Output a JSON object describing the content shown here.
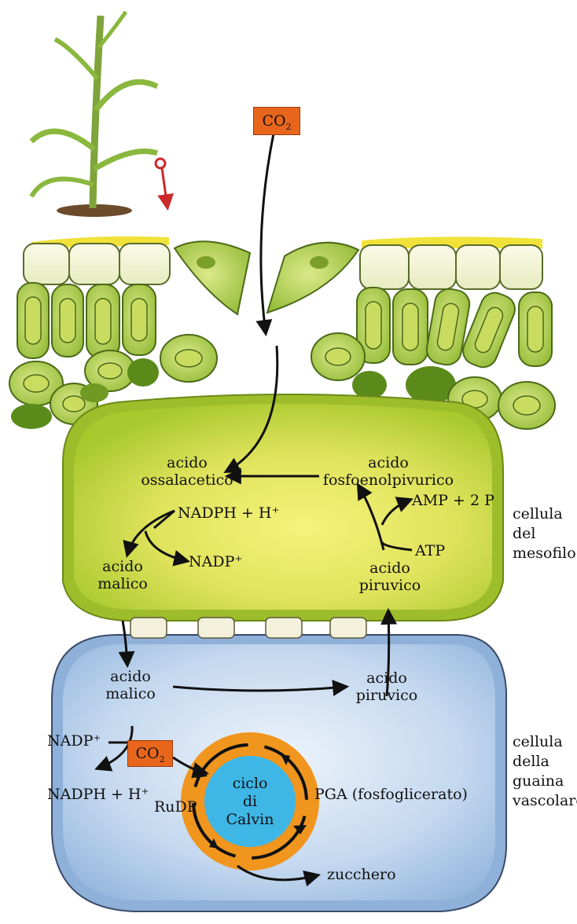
{
  "co2_top": "CO",
  "co2_top_sub": "2",
  "co2_inner": "CO",
  "co2_inner_sub": "2",
  "mesophyll": {
    "oxaloacetic": [
      "acido",
      "ossalacetico"
    ],
    "pep": [
      "acido",
      "fosfoenolpivurico"
    ],
    "nadph_in": "NADPH + H⁺",
    "nadp_out": "NADP⁺",
    "amp": "AMP + 2 P",
    "atp": "ATP",
    "malic": [
      "acido",
      "malico"
    ],
    "pyruvic": [
      "acido",
      "piruvico"
    ]
  },
  "sheath": {
    "malic": [
      "acido",
      "malico"
    ],
    "pyruvic": [
      "acido",
      "piruvico"
    ],
    "nadp_in": "NADP⁺",
    "nadph_out": "NADPH + H⁺",
    "rudp": "RuDP",
    "pga": "PGA (fosfoglicerato)",
    "sugar": "zucchero",
    "calvin": [
      "ciclo",
      "di",
      "Calvin"
    ]
  },
  "side_labels": {
    "mesophyll_cell": [
      "cellula",
      "del",
      "mesofilo"
    ],
    "sheath_cell": [
      "cellula",
      "della",
      "guaina",
      "vascolare"
    ]
  },
  "colors": {
    "mesophyll_fill": "#b9d43a",
    "mesophyll_center": "#f2f07a",
    "sheath_fill": "#a9c6e8",
    "sheath_center": "#e4eef8",
    "cell_green": "#8fb832",
    "cell_dark": "#5a7f1c",
    "co2_box": "#e8661c",
    "calvin_ring": "#f0961e",
    "calvin_center": "#3eb6e6",
    "plant_arrow": "#cc2a2a"
  }
}
